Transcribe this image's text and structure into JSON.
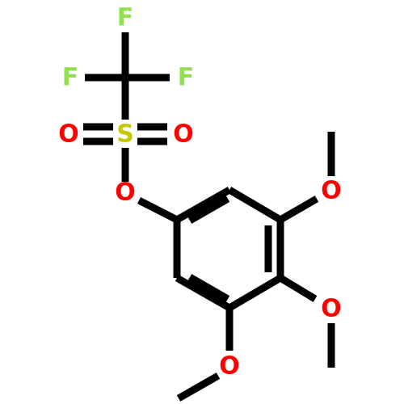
{
  "molecule": {
    "colors": {
      "bond": "#000000",
      "fluorine": "#90e050",
      "oxygen": "#ff0000",
      "sulfur": "#c8c800",
      "background": "#ffffff"
    },
    "atoms": {
      "f_top": "F",
      "f_left": "F",
      "f_right": "F",
      "s": "S",
      "o_s_left": "O",
      "o_s_right": "O",
      "o_ester": "O",
      "o_methoxy_3": "O",
      "o_methoxy_4": "O",
      "o_methoxy_5": "O"
    }
  }
}
